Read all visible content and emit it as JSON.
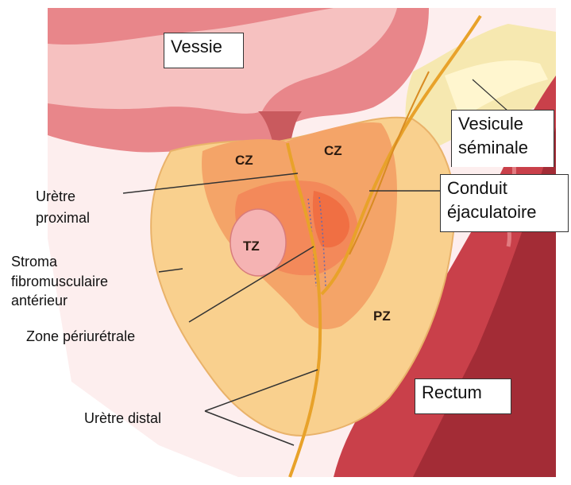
{
  "labels": {
    "vessie": "Vessie",
    "vesicule_line1": "Vesicule",
    "vesicule_line2": "séminale",
    "conduit_line1": "Conduit",
    "conduit_line2": "éjaculatoire",
    "rectum": "Rectum",
    "uretre_proximal_line1": "Urètre",
    "uretre_proximal_line2": "proximal",
    "stroma_line1": "Stroma",
    "stroma_line2": "fibromusculaire",
    "stroma_line3": "antérieur",
    "zone_periuretrale": "Zone périurétrale",
    "uretre_distal": "Urètre distal"
  },
  "zones": {
    "cz_left": "CZ",
    "cz_right": "CZ",
    "tz": "TZ",
    "pz": "PZ"
  },
  "colors": {
    "bladder_wall": "#e8868a",
    "bladder_light": "#f6c1c0",
    "gland_outer": "#f9d08e",
    "central_zone": "#f4a468",
    "periurethral": "#f3895a",
    "transition_zone": "#f5b3b3",
    "rectum": "#c9404a",
    "seminal": "#f6e8b0",
    "urethra": "#e8a22a"
  }
}
